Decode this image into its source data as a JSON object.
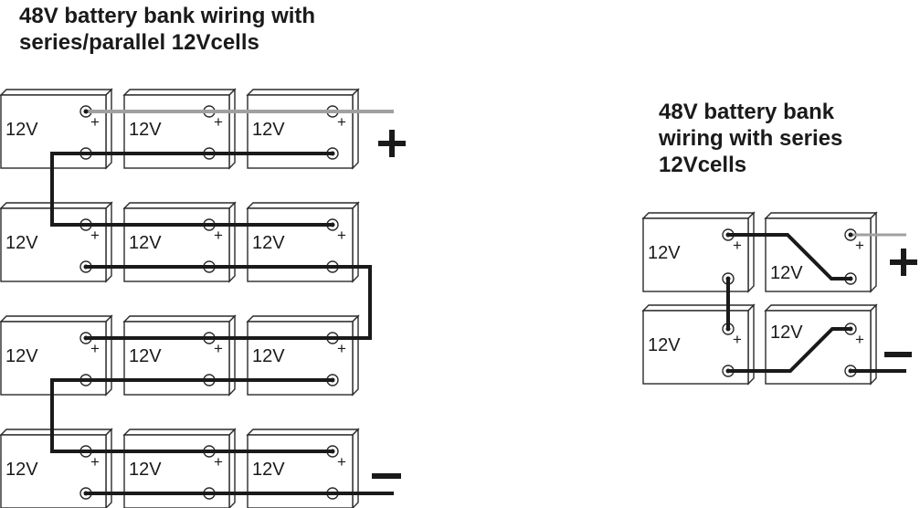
{
  "domain": "Diagram",
  "titles": {
    "left": "48V battery bank wiring with\nseries/parallel 12Vcells",
    "right": "48V battery bank\nwiring with series\n12Vcells"
  },
  "battery_label": "12V",
  "terminal_plus_mark": "+",
  "polarity": {
    "positive": "+",
    "negative": "−"
  },
  "colors": {
    "wire": "#1a1a1a",
    "positive_lead": "#a0a0a0",
    "outline": "#2a2a2a"
  },
  "left_bank": {
    "name": "series-parallel bank",
    "rows": 4,
    "columns": 3,
    "cells_per_row_in_parallel": 3,
    "rows_in_series": 4,
    "batteries": [
      {
        "row": 1,
        "col": 1,
        "label": "12V"
      },
      {
        "row": 1,
        "col": 2,
        "label": "12V"
      },
      {
        "row": 1,
        "col": 3,
        "label": "12V"
      },
      {
        "row": 2,
        "col": 1,
        "label": "12V"
      },
      {
        "row": 2,
        "col": 2,
        "label": "12V"
      },
      {
        "row": 2,
        "col": 3,
        "label": "12V"
      },
      {
        "row": 3,
        "col": 1,
        "label": "12V"
      },
      {
        "row": 3,
        "col": 2,
        "label": "12V"
      },
      {
        "row": 3,
        "col": 3,
        "label": "12V"
      },
      {
        "row": 4,
        "col": 1,
        "label": "12V"
      },
      {
        "row": 4,
        "col": 2,
        "label": "12V"
      },
      {
        "row": 4,
        "col": 3,
        "label": "12V"
      }
    ],
    "connections": [
      {
        "from": "row1 positive terminals (parallel)",
        "to": "bank +",
        "type": "positive-lead"
      },
      {
        "from": "row1 negative terminals (parallel)",
        "to": "row2 positive terminals",
        "type": "series"
      },
      {
        "from": "row2 negative terminals (parallel)",
        "to": "row3 positive terminals",
        "type": "series"
      },
      {
        "from": "row3 negative terminals (parallel)",
        "to": "row4 positive terminals",
        "type": "series"
      },
      {
        "from": "row4 negative terminals (parallel)",
        "to": "bank −",
        "type": "negative-lead"
      }
    ]
  },
  "right_bank": {
    "name": "series bank",
    "rows": 2,
    "columns": 2,
    "batteries": [
      {
        "id": "A",
        "row": 1,
        "col": 1,
        "label": "12V"
      },
      {
        "id": "B",
        "row": 1,
        "col": 2,
        "label": "12V"
      },
      {
        "id": "C",
        "row": 2,
        "col": 1,
        "label": "12V"
      },
      {
        "id": "D",
        "row": 2,
        "col": 2,
        "label": "12V"
      }
    ],
    "connections": [
      {
        "from": "B +",
        "to": "bank +",
        "type": "positive-lead"
      },
      {
        "from": "A +",
        "to": "B −",
        "type": "series"
      },
      {
        "from": "A −",
        "to": "C +",
        "type": "series"
      },
      {
        "from": "C −",
        "to": "D +",
        "type": "series"
      },
      {
        "from": "D −",
        "to": "bank −",
        "type": "negative-lead"
      }
    ]
  }
}
